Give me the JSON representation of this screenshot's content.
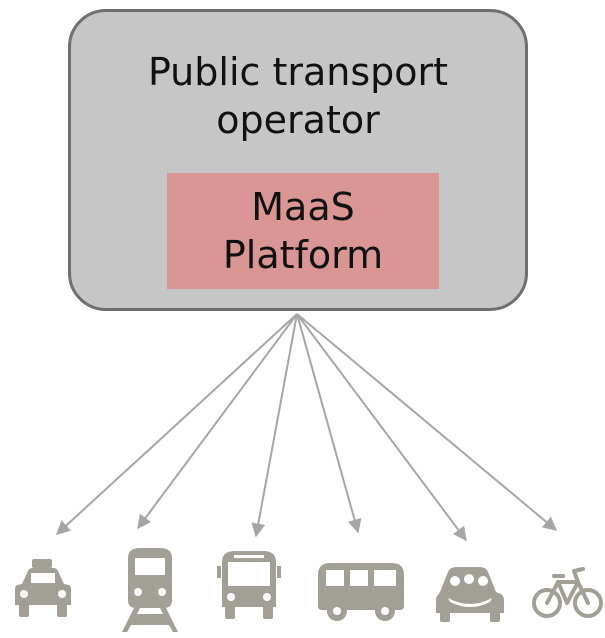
{
  "operator": {
    "title": "Public transport\noperator"
  },
  "platform": {
    "label": "MaaS\nPlatform"
  },
  "modes": [
    {
      "id": "taxi",
      "icon": "taxi-icon"
    },
    {
      "id": "train",
      "icon": "train-icon"
    },
    {
      "id": "bus",
      "icon": "bus-icon"
    },
    {
      "id": "minibus",
      "icon": "minibus-icon"
    },
    {
      "id": "carpool",
      "icon": "carpool-icon"
    },
    {
      "id": "bicycle",
      "icon": "bicycle-icon"
    }
  ],
  "colors": {
    "operator_fill": "#c6c6c6",
    "operator_border": "#6f6f6f",
    "platform_fill": "#d99694",
    "arrow": "#a6a6a6",
    "icon": "#a19f96"
  }
}
